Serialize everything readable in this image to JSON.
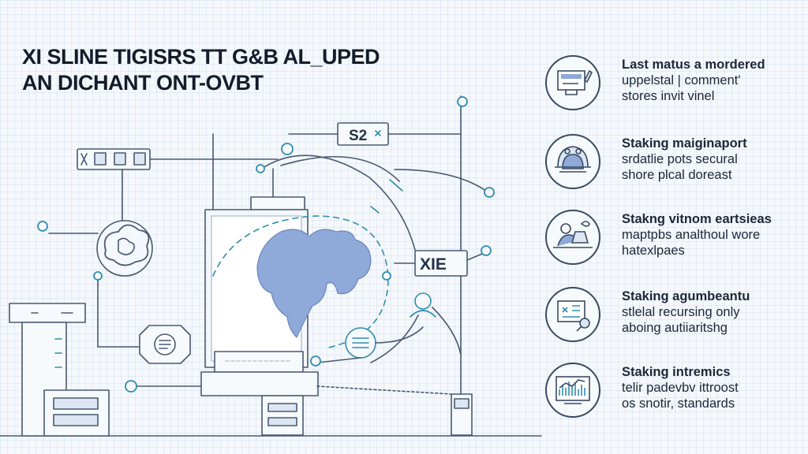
{
  "title": {
    "line1": "XI SLINE TIGISRS TT G&B AL_UPED",
    "line2": "AN DICHANT ONT-OVBT"
  },
  "diagram": {
    "tag_label": "S2",
    "box_label": "XIE",
    "colors": {
      "line": "#4a5a73",
      "accent": "#2f8db0",
      "fill": "#8fa9d8",
      "muted": "#b9c8da"
    }
  },
  "panels": [
    {
      "icon": "monitor-with-pen-icon",
      "heading": "Last matus a mordered",
      "lines": [
        "uppelstal | comment'",
        "stores invit vinel"
      ]
    },
    {
      "icon": "robot-head-icon",
      "heading": "Staking maiginaport",
      "lines": [
        "srdatlie pots secural",
        "shore plcal doreast"
      ]
    },
    {
      "icon": "person-at-laptop-icon",
      "heading": "Stakng vitnom eartsieas",
      "lines": [
        "maptpbs analthoul wore",
        "hatexlpaes"
      ]
    },
    {
      "icon": "screen-with-tools-icon",
      "heading": "Staking agumbeantu",
      "lines": [
        "stlelal recursing only",
        "aboing autiiaritshg"
      ]
    },
    {
      "icon": "analytics-chart-icon",
      "heading": "Staking intremics",
      "lines": [
        "telir padevbv ittroost",
        "os snotir, standards"
      ]
    }
  ]
}
